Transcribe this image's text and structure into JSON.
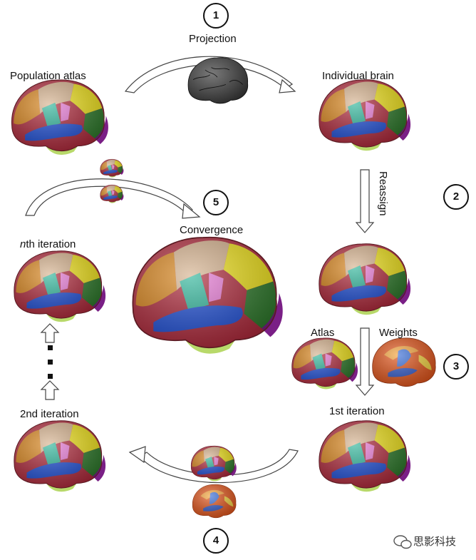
{
  "steps": {
    "s1": "1",
    "s2": "2",
    "s3": "3",
    "s4": "4",
    "s5": "5"
  },
  "labels": {
    "projection": "Projection",
    "population_atlas": "Population atlas",
    "individual_brain": "Individual brain",
    "reassign": "Reassign",
    "convergence": "Convergence",
    "nth_italic": "n",
    "nth_rest": "th iteration",
    "atlas": "Atlas",
    "weights": "Weights",
    "first_iteration": "1st iteration",
    "second_iteration": "2nd iteration"
  },
  "watermark": {
    "text": "思影科技"
  },
  "colors": {
    "teal": "#2fb59a",
    "blue": "#1f4fd6",
    "crimson": "#b02a3c",
    "orange": "#d9851c",
    "yellow": "#f0e21a",
    "purple": "#7a1f86",
    "green": "#2f7a2c",
    "tan": "#d6b28e",
    "pink": "#e87ad6",
    "lime": "#b8d96a",
    "dark_gray": "#3a3a3a"
  },
  "icons": [
    "brain-icon",
    "arrow-icon",
    "wechat-icon"
  ]
}
